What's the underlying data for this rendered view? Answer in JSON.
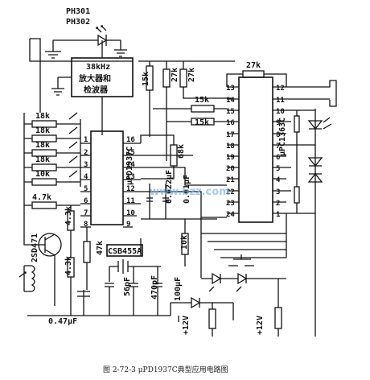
{
  "labels": {
    "ph301": "PH301",
    "ph302": "PH302",
    "amp_freq": "38kHz",
    "amp_line1": "放大器和",
    "amp_line2": "检波器",
    "r15k": "15k",
    "r27k_a": "27k",
    "r27k_b": "27k",
    "r27k_top": "27k",
    "r15k_b": "15k",
    "r15k_c": "15k",
    "r18k_1": "18k",
    "r18k_2": "18k",
    "r18k_3": "18k",
    "r18k_4": "18k",
    "r10k": "10k",
    "r4k7": "4.7k",
    "r4k3_a": "4.3k",
    "r4k3_b": "4.3k",
    "r47k": "47k",
    "r68k": "68k",
    "r10k_b": "10k",
    "c022": "0.022μF",
    "c001": "0.01μF",
    "c047": "0.47μF",
    "c56p": "56pF",
    "c470p": "470pF",
    "c100u": "100μF",
    "transistor": "2SD471",
    "crystal": "CSB455A",
    "ic1": "μPD1937C",
    "ic2": "μPC1363C",
    "vcc1": "+12V",
    "vcc2": "+12V",
    "watermark": "www.bzz.com",
    "caption": "图 2-72-3  μPD1937C典型应用电路图"
  },
  "ic1_pins_left": [
    "1",
    "2",
    "3",
    "4",
    "5",
    "6",
    "7",
    "8"
  ],
  "ic1_pins_right": [
    "16",
    "15",
    "14",
    "13",
    "12",
    "11",
    "10",
    "9"
  ],
  "ic2_pins_left": [
    "13",
    "14",
    "15",
    "16",
    "17",
    "18",
    "19",
    "20",
    "21",
    "22",
    "23",
    "24"
  ],
  "ic2_pins_right": [
    "12",
    "11",
    "10",
    "9",
    "8",
    "7",
    "6",
    "5",
    "4",
    "3",
    "2",
    "1"
  ]
}
